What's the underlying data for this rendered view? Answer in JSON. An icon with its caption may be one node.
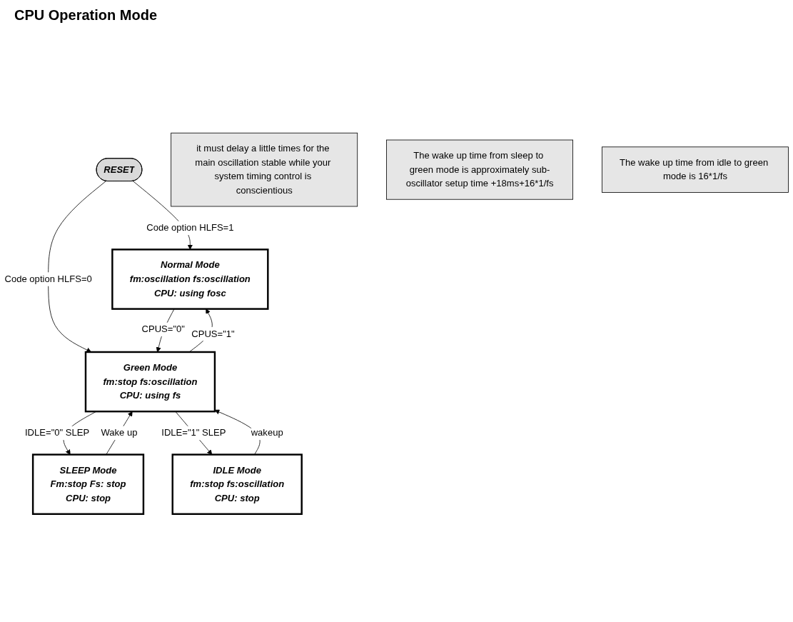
{
  "diagram": {
    "title": "CPU Operation Mode",
    "nodes": [
      {
        "text": [
          "RESET"
        ]
      },
      {
        "text": [
          "Normal Mode",
          "fm:oscillation fs:oscillation",
          "CPU: using fosc"
        ]
      },
      {
        "text": [
          "it must delay a little times for the main oscillation stable while your system timing control is conscientious"
        ]
      },
      {
        "text": [
          "SLEEP Mode",
          "Fm:stop Fs: stop",
          "CPU: stop"
        ]
      },
      {
        "text": [
          "Green Mode",
          "fm:stop fs:oscillation",
          "CPU: using fs"
        ]
      },
      {
        "text": [
          "IDLE Mode",
          "fm:stop fs:oscillation",
          "CPU: stop"
        ]
      },
      {
        "text": [
          "The wake up time from sleep to green mode is approximately sub-oscillator setup time +18ms+16*1/fs"
        ]
      },
      {
        "text": [
          "The wake up time from idle to green mode is 16*1/fs"
        ]
      }
    ],
    "edges": [
      {
        "from": 0,
        "to": 1,
        "arrow": "to",
        "label": "Code option HLFS=1"
      },
      {
        "from": 0,
        "to": 4,
        "arrow": "to",
        "label": "Code option HLFS=0"
      },
      {
        "from": 4,
        "to": 1,
        "arrow": "to",
        "label": "CPUS=\"1\""
      },
      {
        "from": 1,
        "to": 4,
        "arrow": "to",
        "label": "CPUS=\"0\""
      },
      {
        "from": 4,
        "to": 3,
        "arrow": "to",
        "label": "IDLE=\"0\" SLEP"
      },
      {
        "from": 3,
        "to": 4,
        "arrow": "to",
        "label": "Wake up"
      },
      {
        "from": 4,
        "to": 5,
        "arrow": "to",
        "label": "IDLE=\"1\" SLEP"
      },
      {
        "from": 5,
        "to": 4,
        "arrow": "to",
        "label": "wakeup"
      }
    ]
  }
}
